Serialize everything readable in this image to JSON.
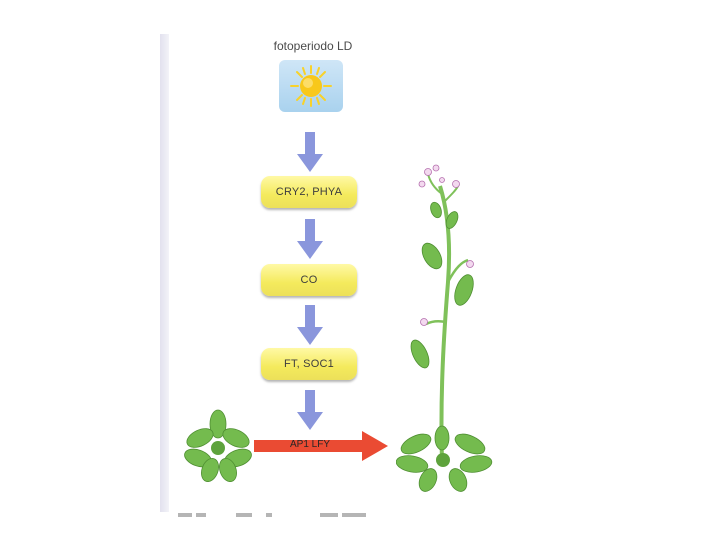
{
  "title": "fotoperiodo LD",
  "steps": [
    "CRY2, PHYA",
    "CO",
    "FT, SOC1"
  ],
  "final_signal": "AP1 LFY",
  "icons": {
    "sun": "sun-icon",
    "arrow": "down-arrow-icon",
    "signal_arrow": "right-arrow-icon",
    "rosette": "rosette-plant-icon",
    "flowering_plant": "flowering-plant-icon"
  },
  "colors": {
    "step_fill": "#f4ea5c",
    "down_arrow": "#8a96dc",
    "signal_arrow": "#ea4b33",
    "leaf": "#74bb4e",
    "sky": "#a9d2ee",
    "sun": "#f8c81a"
  }
}
